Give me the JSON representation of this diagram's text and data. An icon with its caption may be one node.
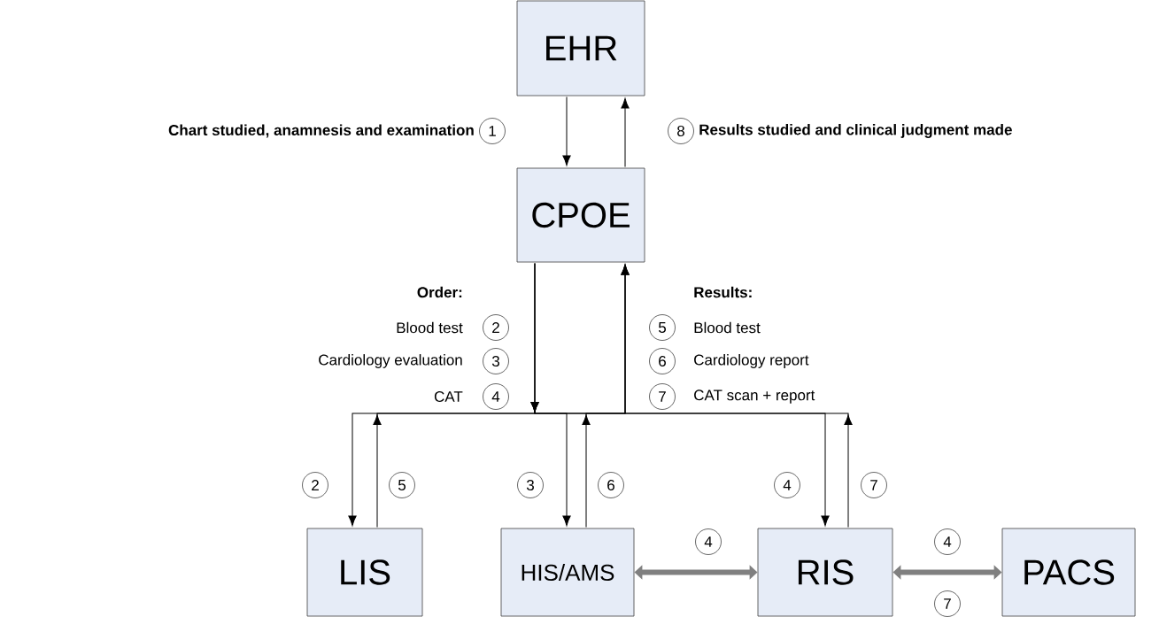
{
  "diagram": {
    "nodes": [
      {
        "text": [
          "EHR"
        ]
      },
      {
        "text": [
          "CPOE"
        ]
      },
      {
        "text": [
          "LIS"
        ]
      },
      {
        "text": [
          "HIS/AMS"
        ]
      },
      {
        "text": [
          "RIS"
        ]
      },
      {
        "text": [
          "PACS"
        ]
      }
    ],
    "edges": [
      {
        "from": 0,
        "to": 1,
        "arrow": "to"
      },
      {
        "from": 1,
        "to": 0,
        "arrow": "to"
      },
      {
        "from": 1,
        "to": 2,
        "arrow": "to"
      },
      {
        "from": 1,
        "to": 3,
        "arrow": "to"
      },
      {
        "from": 1,
        "to": 4,
        "arrow": "to"
      },
      {
        "from": 2,
        "to": 1,
        "arrow": "to"
      },
      {
        "from": 3,
        "to": 1,
        "arrow": "to"
      },
      {
        "from": 4,
        "to": 1,
        "arrow": "to"
      },
      {
        "from": 3,
        "to": 4,
        "arrow": "both",
        "style": "thick",
        "color": "#808080"
      },
      {
        "from": 4,
        "to": 5,
        "arrow": "both",
        "style": "thick",
        "color": "#808080"
      }
    ],
    "labels": [
      "Chart studied, anamnesis and examination",
      "1",
      "8",
      "Results studied and clinical judgment made",
      "Order:",
      "Results:",
      "Blood test",
      "2",
      "5",
      "Blood test",
      "Cardiology evaluation",
      "3",
      "6",
      "Cardiology report",
      "CAT",
      "4",
      "7",
      "CAT scan + report",
      "2",
      "5",
      "3",
      "6",
      "4",
      "7",
      "4",
      "4",
      "7"
    ]
  }
}
